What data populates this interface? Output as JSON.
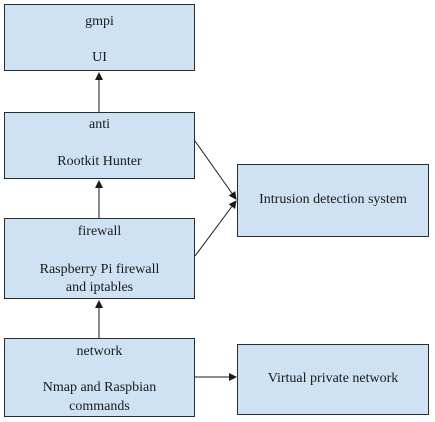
{
  "nodes": {
    "gmpi": {
      "title": "gmpi",
      "line1": "UI"
    },
    "anti": {
      "title": "anti",
      "line1": "Rootkit Hunter"
    },
    "firewall": {
      "title": "firewall",
      "line1": "Raspberry Pi firewall",
      "line2": "and iptables"
    },
    "network": {
      "title": "network",
      "line1": "Nmap and Raspbian",
      "line2": "commands"
    },
    "ids": {
      "title": "Intrusion detection system"
    },
    "vpn": {
      "title": "Virtual private network"
    }
  },
  "edges": [
    {
      "from": "network",
      "to": "firewall"
    },
    {
      "from": "firewall",
      "to": "anti"
    },
    {
      "from": "anti",
      "to": "gmpi"
    },
    {
      "from": "anti",
      "to": "ids"
    },
    {
      "from": "firewall",
      "to": "ids"
    },
    {
      "from": "network",
      "to": "vpn"
    }
  ],
  "colors": {
    "box_fill": "#cfe2f3",
    "box_stroke": "#2b2b2b",
    "arrow": "#1a1a1a"
  }
}
